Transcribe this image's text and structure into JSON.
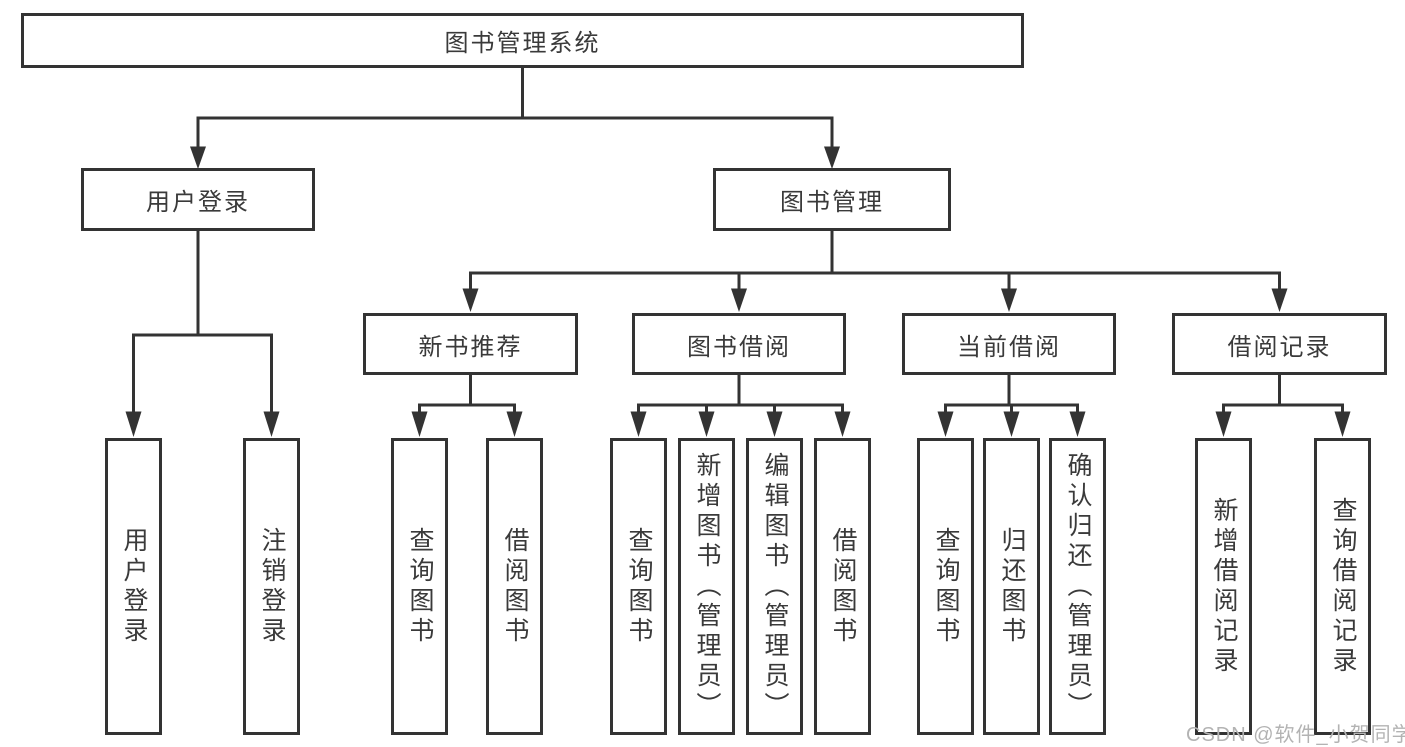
{
  "diagram": {
    "root": {
      "label": "图书管理系统"
    },
    "branches": [
      {
        "label": "用户登录",
        "children": [
          {
            "label": "用户登录"
          },
          {
            "label": "注销登录"
          }
        ]
      },
      {
        "label": "图书管理",
        "children": [
          {
            "label": "新书推荐",
            "children": [
              {
                "label": "查询图书"
              },
              {
                "label": "借阅图书"
              }
            ]
          },
          {
            "label": "图书借阅",
            "children": [
              {
                "label": "查询图书"
              },
              {
                "label": "新增图书（管理员）"
              },
              {
                "label": "编辑图书（管理员）"
              },
              {
                "label": "借阅图书"
              }
            ]
          },
          {
            "label": "当前借阅",
            "children": [
              {
                "label": "查询图书"
              },
              {
                "label": "归还图书"
              },
              {
                "label": "确认归还（管理员）"
              }
            ]
          },
          {
            "label": "借阅记录",
            "children": [
              {
                "label": "新增借阅记录"
              },
              {
                "label": "查询借阅记录"
              }
            ]
          }
        ]
      }
    ],
    "watermark": "CSDN @软件_小贺同学",
    "colors": {
      "line": "#333333",
      "text": "#3a3a3a",
      "watermark": "#b3b3b3",
      "background": "#ffffff"
    }
  }
}
